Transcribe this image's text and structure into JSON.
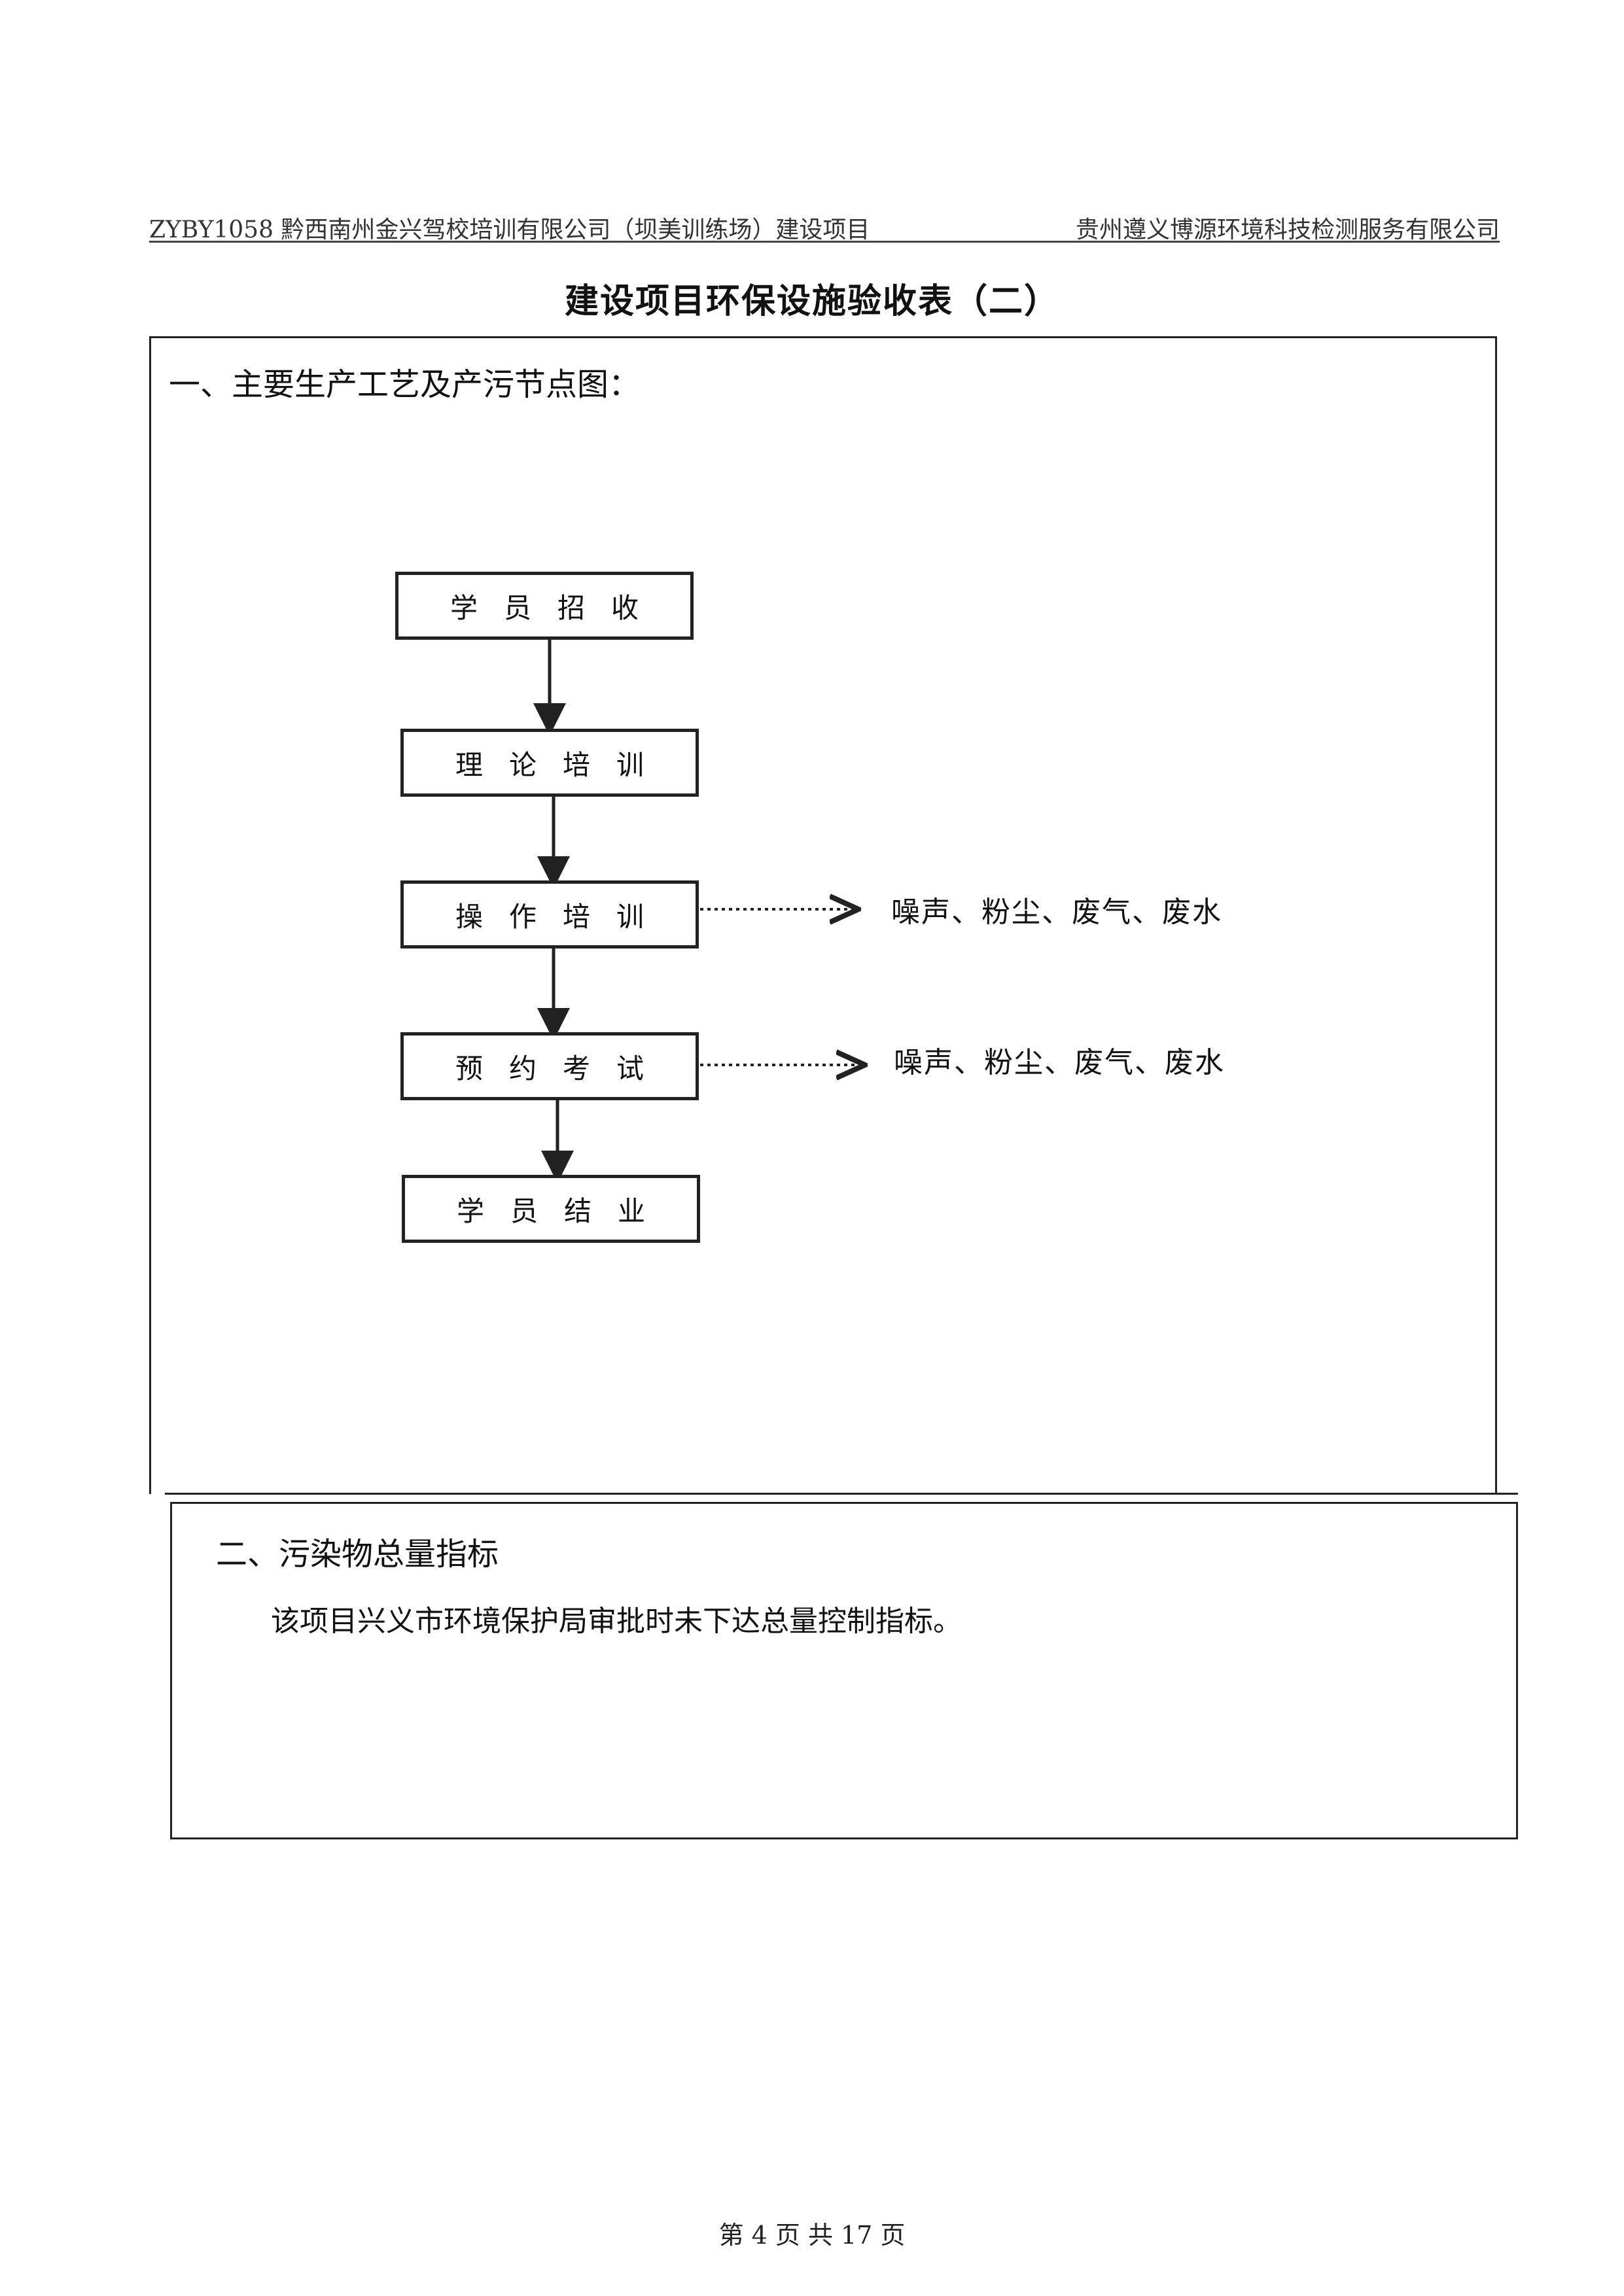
{
  "header": {
    "left": "ZYBY1058 黔西南州金兴驾校培训有限公司（坝美训练场）建设项目",
    "right": "贵州遵义博源环境科技检测服务有限公司"
  },
  "title": "建设项目环保设施验收表（二）",
  "section1": {
    "heading": "一、主要生产工艺及产污节点图：",
    "steps": [
      "学员招收",
      "理论培训",
      "操作培训",
      "预约考试",
      "学员结业"
    ],
    "emissions": [
      "噪声、粉尘、废气、废水",
      "噪声、粉尘、废气、废水"
    ]
  },
  "section2": {
    "heading": "二、污染物总量指标",
    "body": "该项目兴义市环境保护局审批时未下达总量控制指标。"
  },
  "footer": {
    "page_prefix": "第",
    "page_current": "4",
    "page_middle": "页 共",
    "page_total": "17",
    "page_suffix": "页"
  }
}
